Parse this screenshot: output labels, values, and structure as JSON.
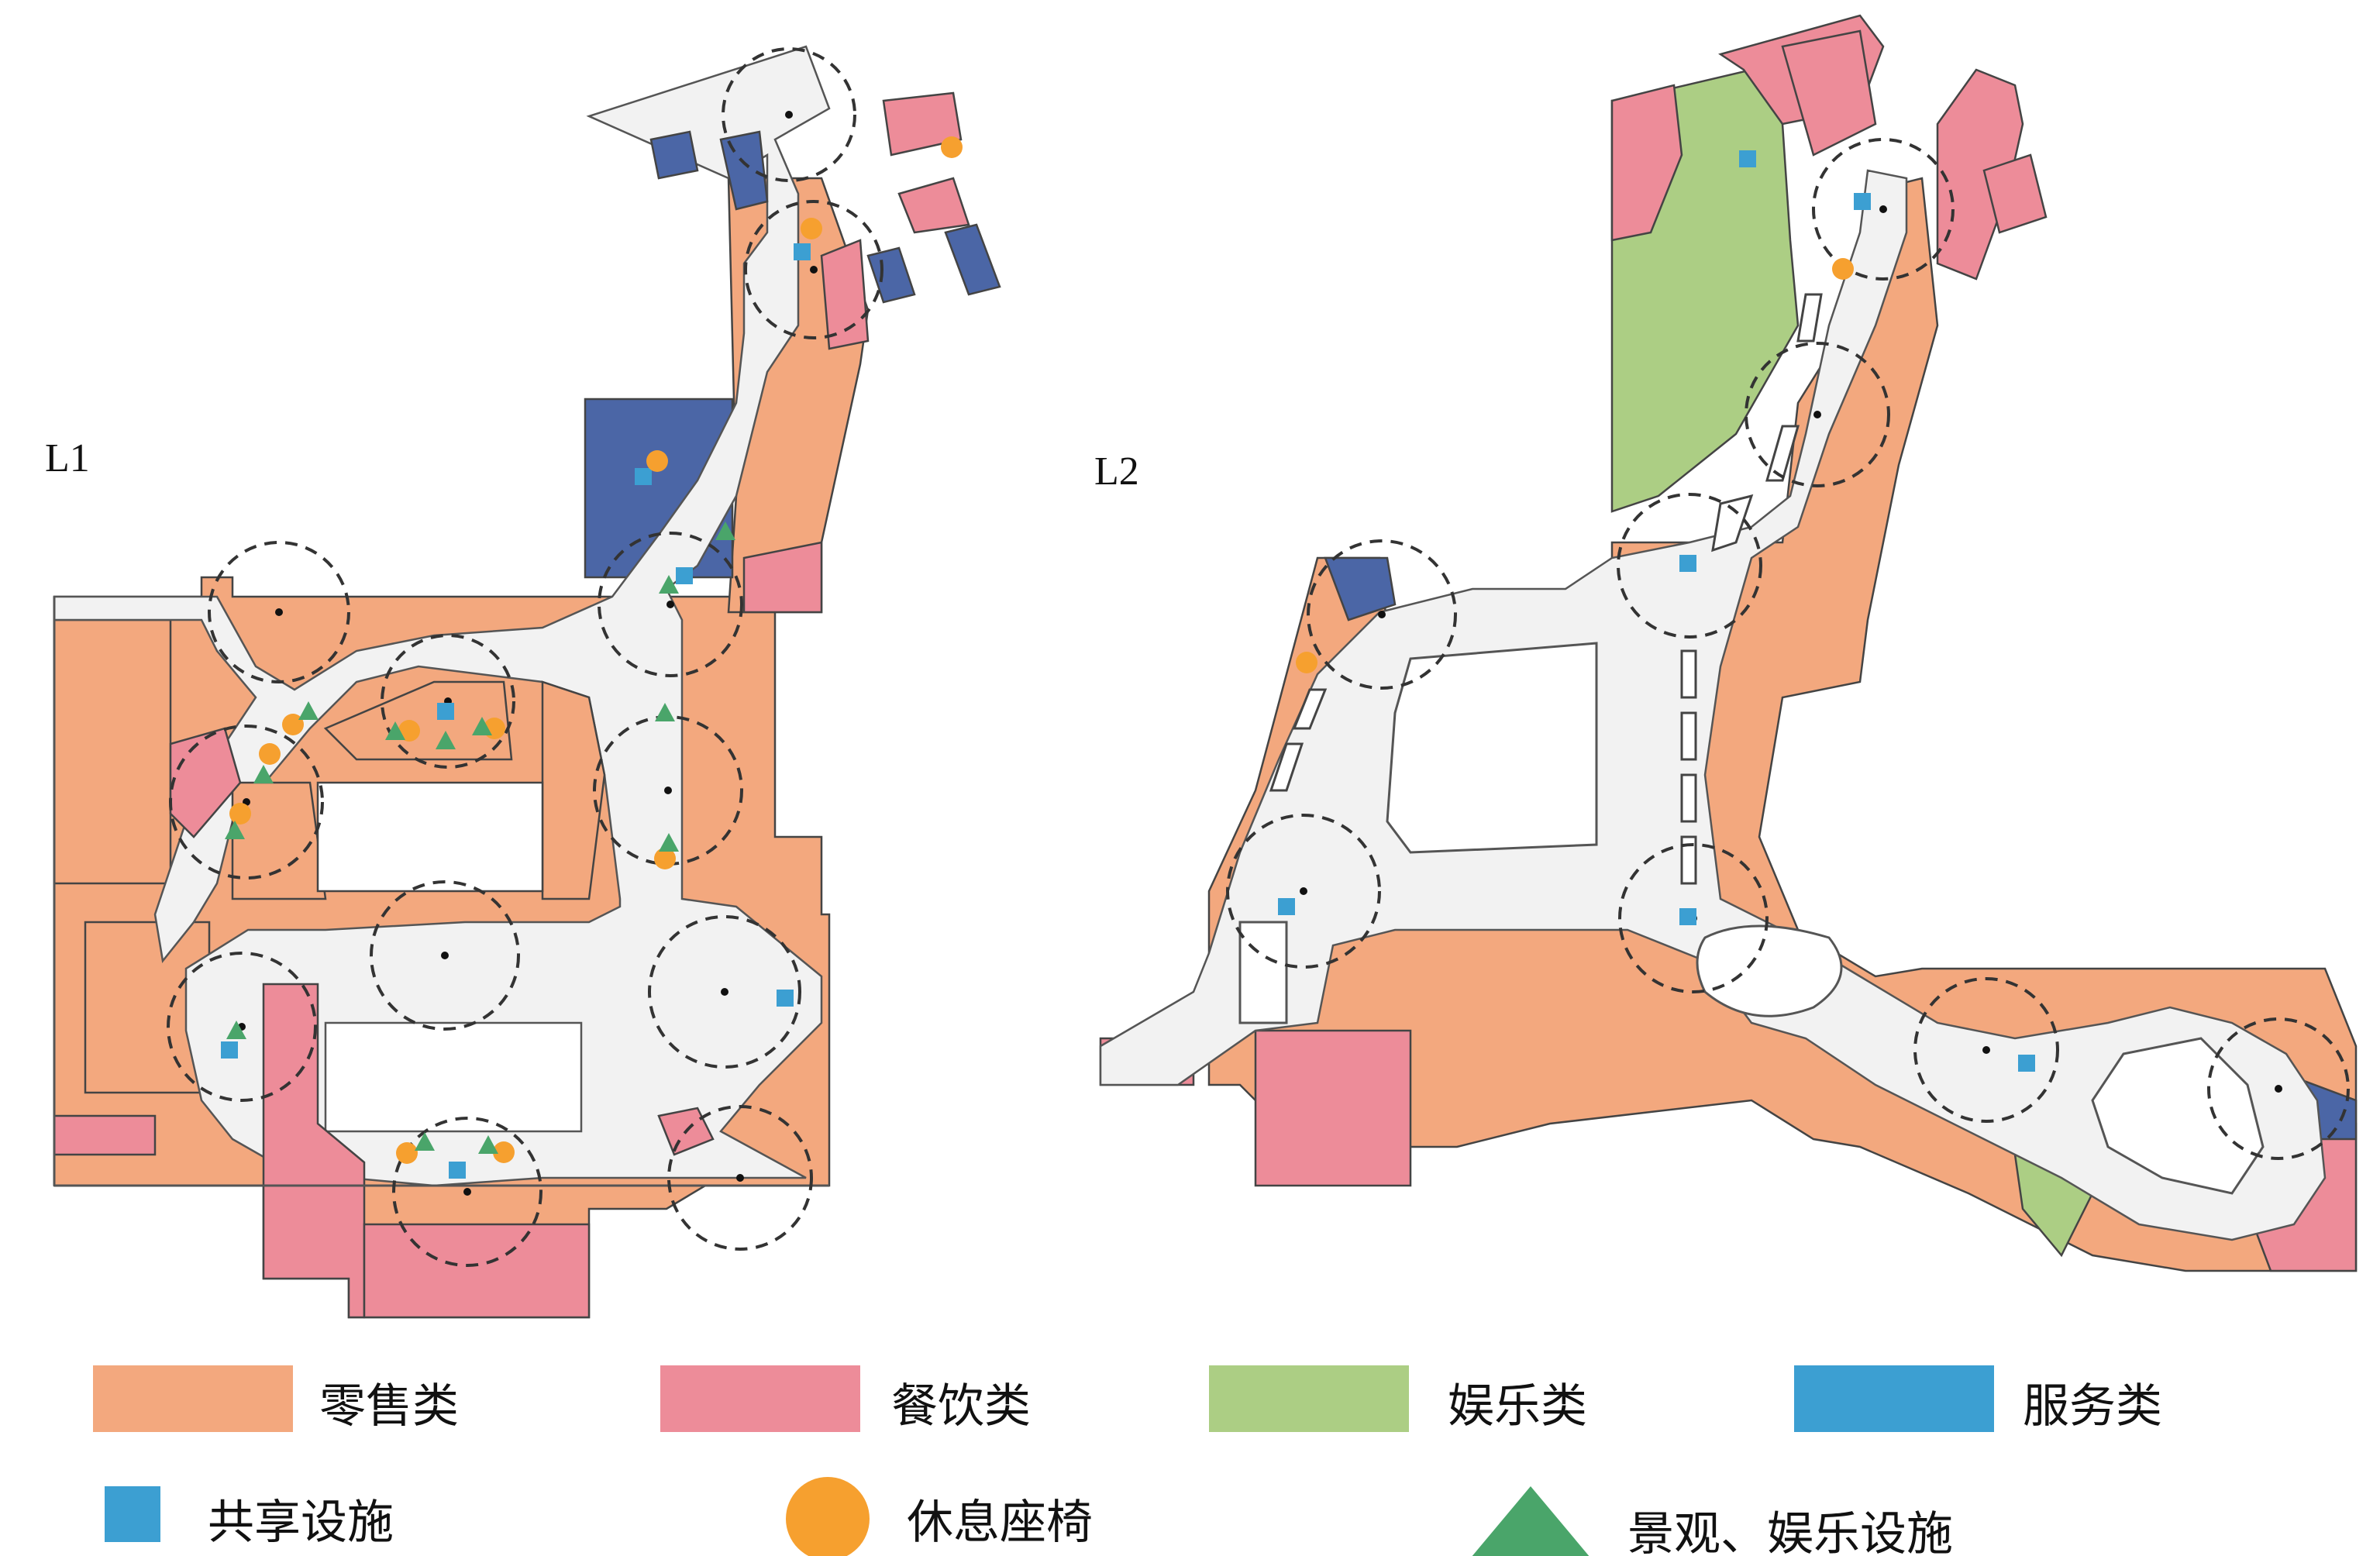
{
  "colors": {
    "retail": "#f3a87e",
    "dining": "#ed8c99",
    "entertainment": "#acce84",
    "service": "#4b66a6",
    "shared_facility": "#3c9fd2",
    "rest_seat": "#f6a02f",
    "landscape": "#4aa56a",
    "corridor": "#f2f2f2"
  },
  "floors": [
    {
      "id": "L1",
      "label": "L1"
    },
    {
      "id": "L2",
      "label": "L2"
    }
  ],
  "legend": {
    "categories": [
      {
        "label": "零售类",
        "color": "#f3a87e"
      },
      {
        "label": "餐饮类",
        "color": "#ed8c99"
      },
      {
        "label": "娱乐类",
        "color": "#acce84"
      },
      {
        "label": "服务类",
        "color": "#3c9fd2"
      }
    ],
    "symbols": [
      {
        "label": "共享设施",
        "shape": "square",
        "color": "#3c9fd2"
      },
      {
        "label": "休息座椅",
        "shape": "circle",
        "color": "#f6a02f"
      },
      {
        "label": "景观、娱乐设施",
        "shape": "triangle",
        "color": "#4aa56a"
      }
    ]
  }
}
